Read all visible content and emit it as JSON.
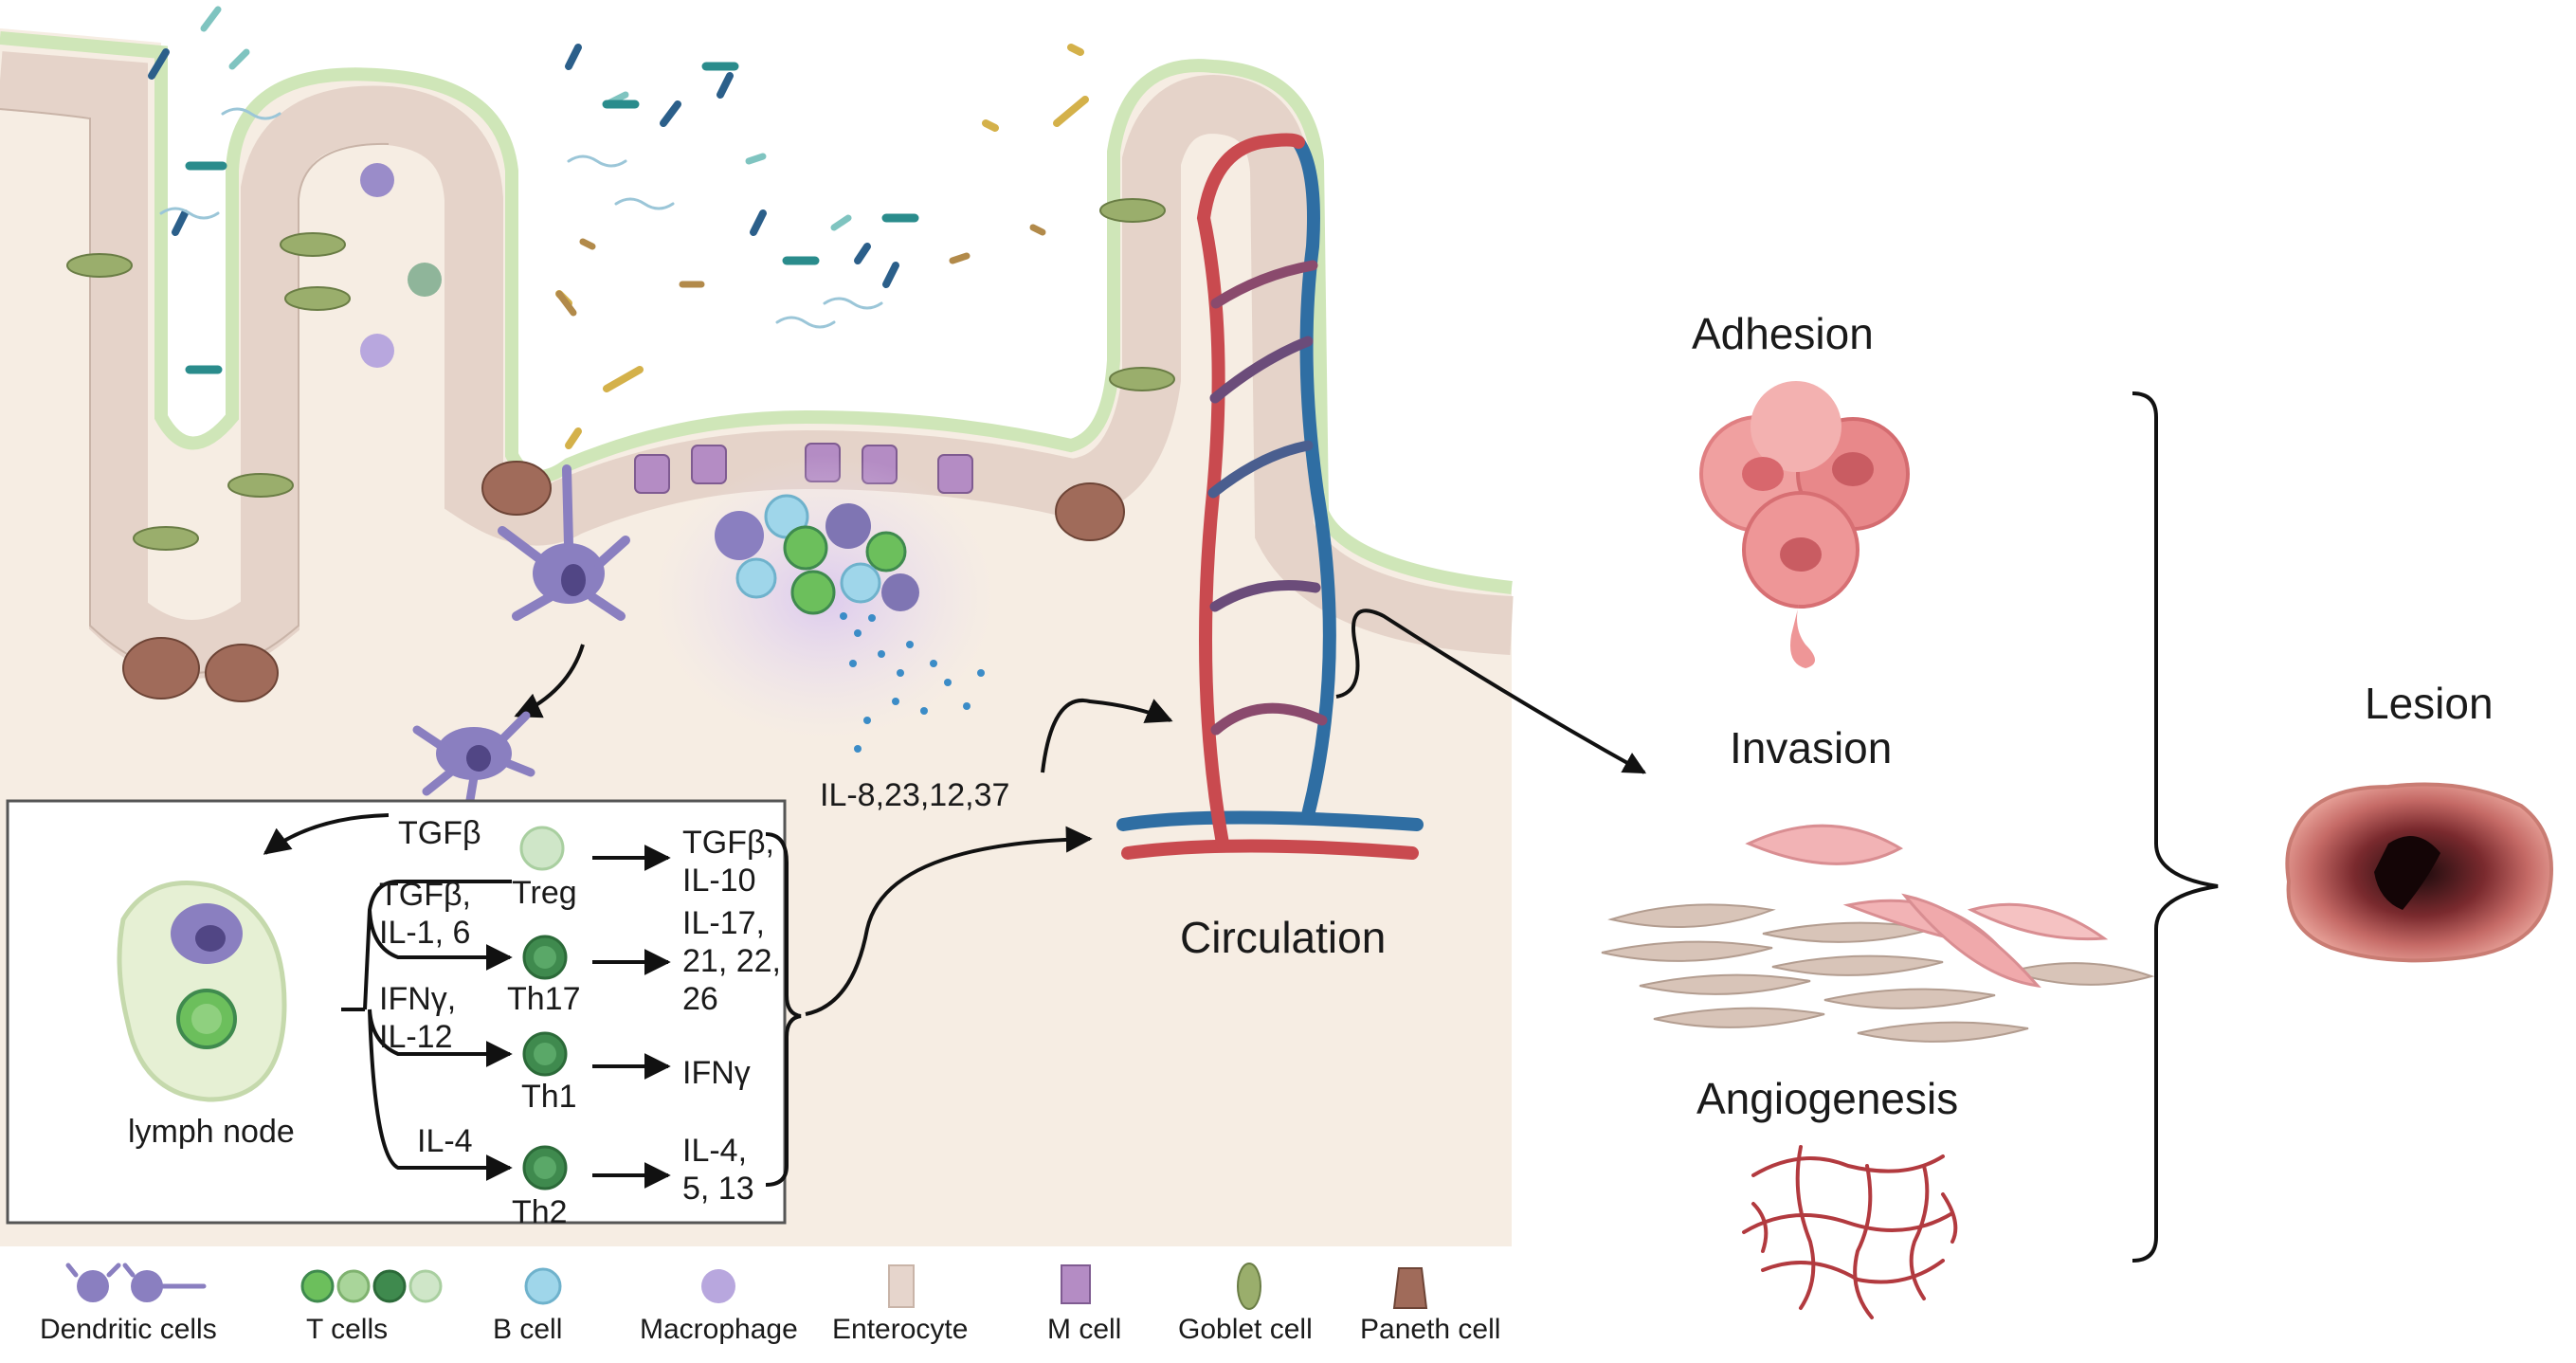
{
  "lymph_box": {
    "node_label": "lymph node",
    "tgfb_top": "TGFβ",
    "inputs": {
      "treg": [
        "TGFβ,",
        "IL-1, 6"
      ],
      "th17": [
        "IFNγ,",
        "IL-12"
      ],
      "th2": "IL-4"
    },
    "cells": {
      "treg": "Treg",
      "th17": "Th17",
      "th1": "Th1",
      "th2": "Th2"
    },
    "outputs": {
      "treg": [
        "TGFβ,",
        "IL-10"
      ],
      "th17": [
        "IL-17,",
        "21, 22,",
        "26"
      ],
      "th1": "IFNγ",
      "th2": [
        "IL-4,",
        "5, 13"
      ]
    }
  },
  "cytokines_label": "IL-8,23,12,37",
  "circulation_label": "Circulation",
  "outcomes": {
    "adhesion": "Adhesion",
    "invasion": "Invasion",
    "angiogenesis": "Angiogenesis",
    "lesion": "Lesion"
  },
  "legend": [
    "Dendritic cells",
    "T cells",
    "B cell",
    "Macrophage",
    "Enterocyte",
    "M cell",
    "Goblet cell",
    "Paneth cell"
  ],
  "colors": {
    "tissue": "#f6ede3",
    "epithelium": "#e6d5cc",
    "mucus": "#d9ebc4",
    "dendritic": "#8a7fc0",
    "tcell": "#6cbf5c",
    "tcell_dark": "#3f8a4e",
    "bcell": "#9fd6ea",
    "artery": "#c94a4f",
    "vein": "#2f6ea3",
    "lesion": "#d9807a"
  }
}
